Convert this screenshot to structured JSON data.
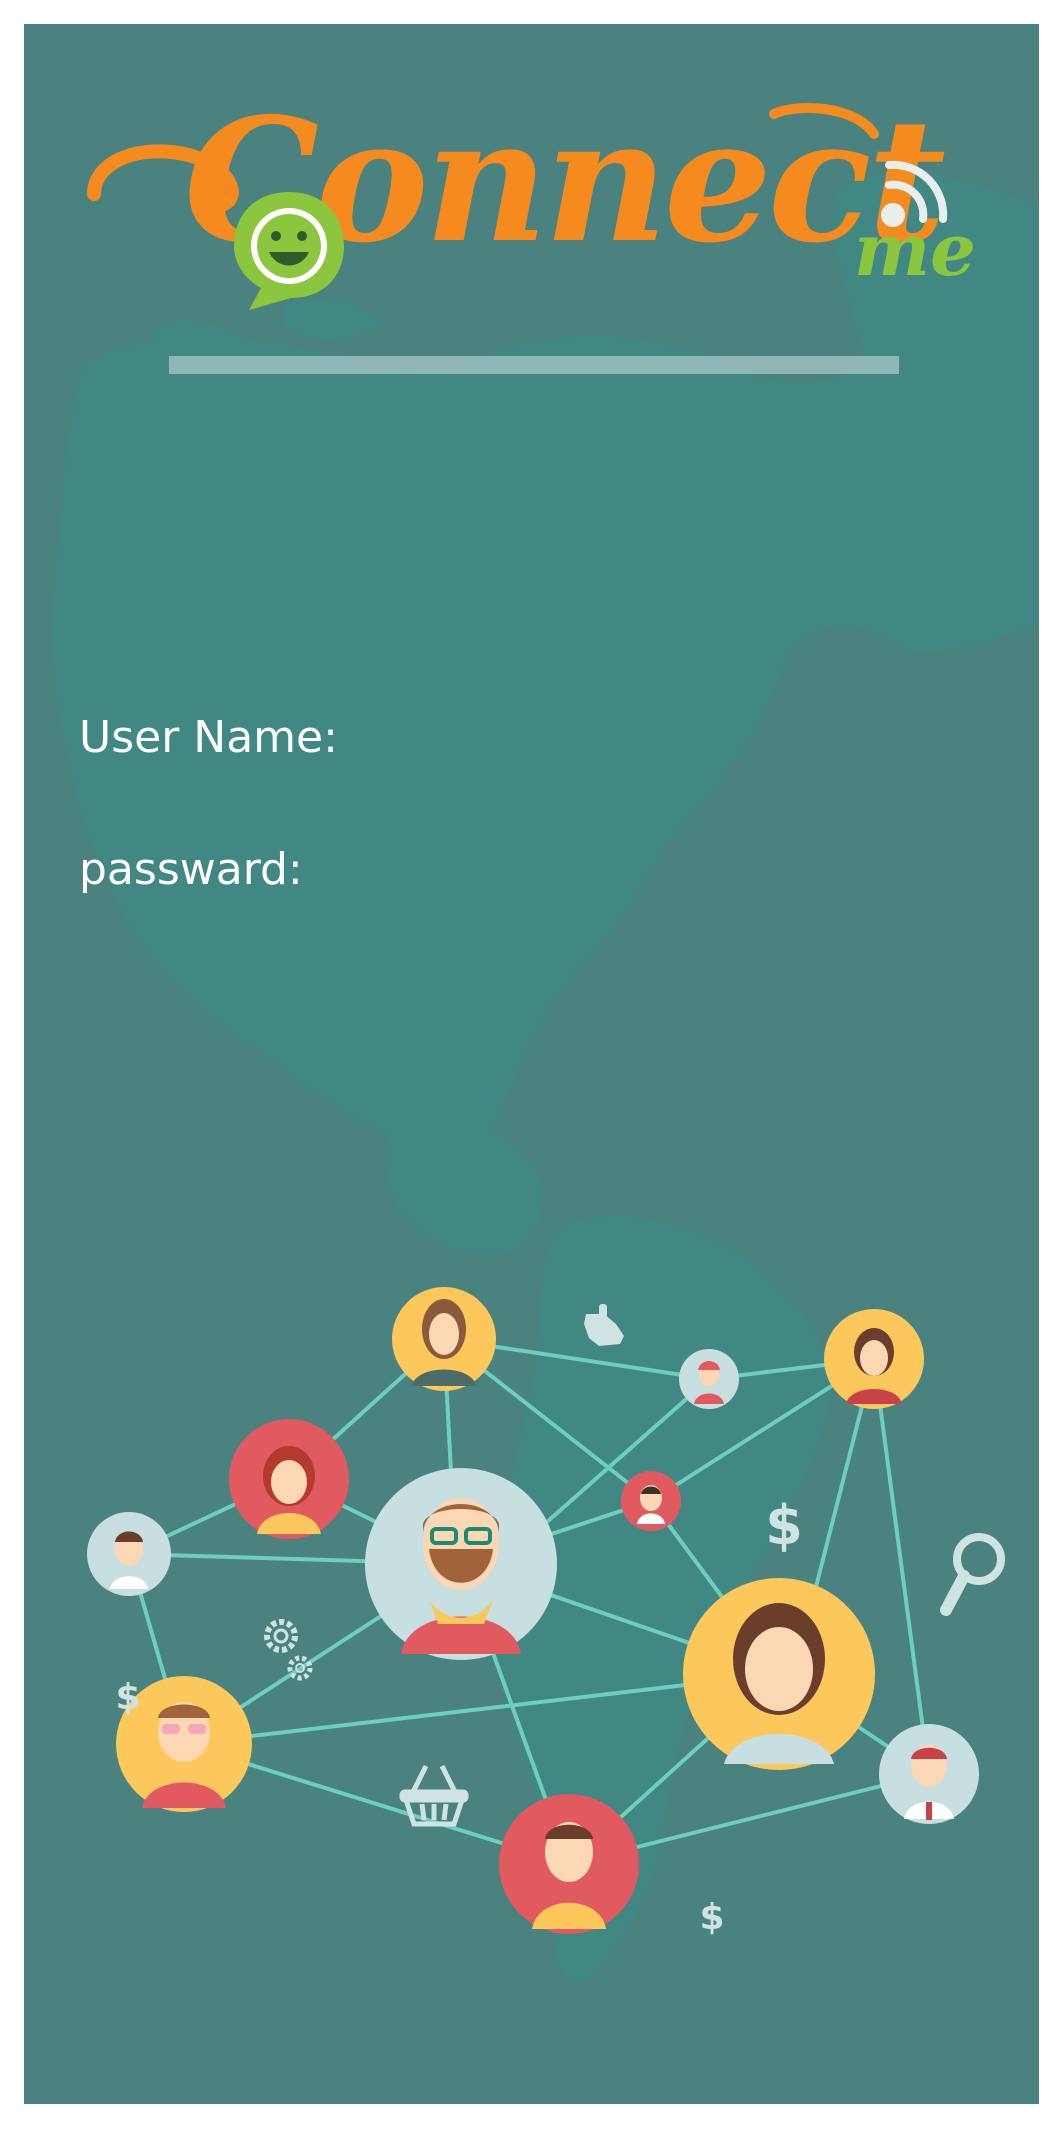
{
  "app": {
    "logo_text": "Connect",
    "logo_suffix": "me",
    "brand_color": "#f58a1f",
    "accent_color": "#8cc63f",
    "background_color": "#4a8280"
  },
  "login": {
    "username_label": "User Name:",
    "username_value": "",
    "password_label": "passward:",
    "password_value": ""
  },
  "illustration": {
    "theme": "social-network",
    "icons": [
      "thumbs-up-icon",
      "dollar-icon",
      "search-icon",
      "gears-icon",
      "basket-icon"
    ],
    "dollar_symbol": "$"
  }
}
